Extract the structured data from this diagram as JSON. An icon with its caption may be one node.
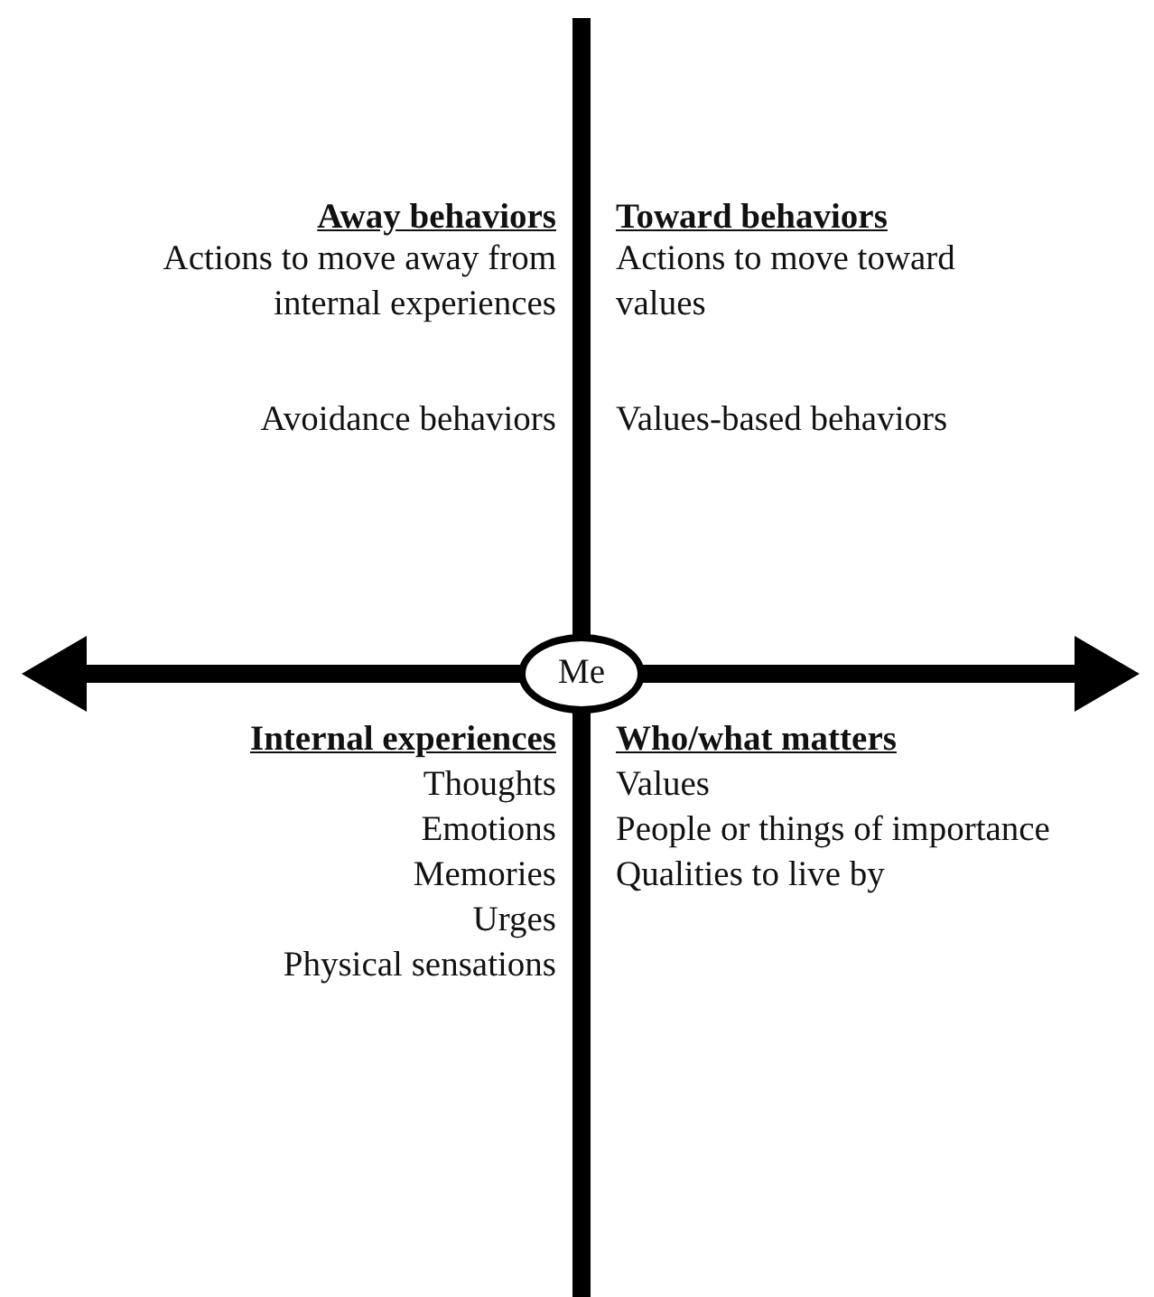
{
  "diagram": {
    "nodes": [
      {
        "text": [
          "Me"
        ]
      }
    ],
    "labels": [
      "Away behaviors",
      "Toward behaviors",
      "Actions to move away from internal experiences",
      "Actions to move toward values",
      "Avoidance behaviors",
      "Values-based behaviors",
      "Internal experiences",
      "Who/what matters",
      "Thoughts",
      "Values",
      "Emotions",
      "People or things of importance",
      "Memories",
      "Qualities to live by",
      "Urges",
      "Physical sensations"
    ]
  }
}
